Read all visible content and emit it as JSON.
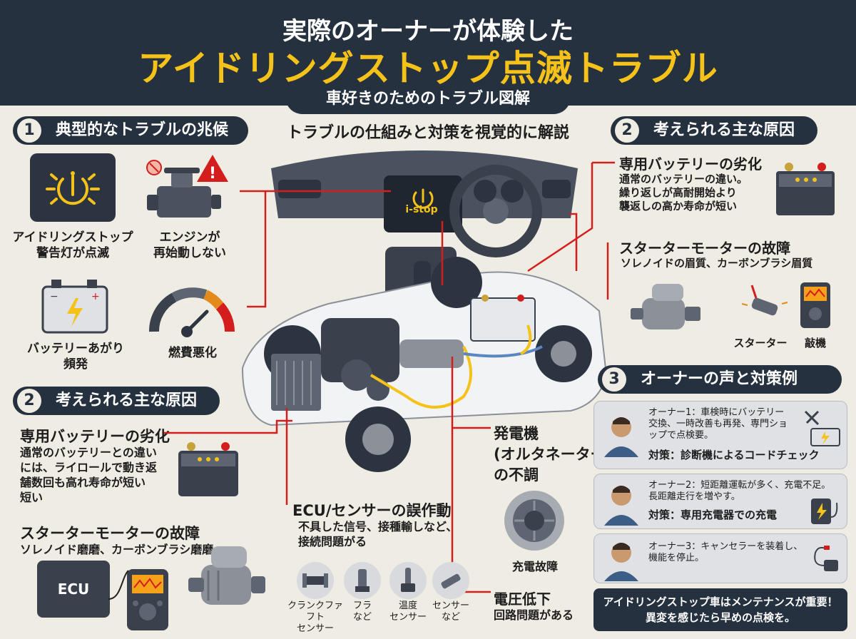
{
  "header": {
    "subtitle": "実際のオーナーが体験した",
    "title": "アイドリングストップ点滅トラブル",
    "tagline": "車好きのためのトラブル図解"
  },
  "center_title": "トラブルの仕組みと対策を視覚的に解説",
  "section1": {
    "num": "1",
    "title": "典型的なトラブルの兆候",
    "items": [
      {
        "icon": "idling-stop-warning-icon",
        "label": "アイドリングストップ\n警告灯が点滅"
      },
      {
        "icon": "engine-warning-icon",
        "label": "エンジンが\n再始動しない"
      },
      {
        "icon": "battery-icon",
        "label": "バッテリーあがり\n頻発"
      },
      {
        "icon": "fuel-gauge-icon",
        "label": "燃費悪化"
      }
    ]
  },
  "section2_left": {
    "num": "2",
    "title": "考えられる主な原因",
    "battery_title": "専用バッテリーの劣化",
    "battery_desc": "通常のバッテリーとの違い\nには、ライロールで動き返\n舗数回も高れ寿命が短い\n短い",
    "starter_title": "スターターモーターの故障",
    "starter_desc": "ソレノイド磨磨、カーボンブラシ磨磨",
    "ecu_label": "ECU"
  },
  "dashboard": {
    "display_label": "i-stop"
  },
  "ecu_callout": {
    "title": "ECU/センサーの誤作動",
    "desc": "不具した信号、接種輸しなど、\n接続問題がる",
    "sensors": [
      {
        "icon": "crank-sensor-icon",
        "label": "クランクファフト\nセンサー"
      },
      {
        "icon": "plug-sensor-icon",
        "label": "フラ\nなど"
      },
      {
        "icon": "temp-sensor-icon",
        "label": "温度\nセンサー"
      },
      {
        "icon": "sensor-icon",
        "label": "センサー\nなど"
      }
    ]
  },
  "alternator_callout": {
    "title": "発電機\n(オルタネーター)\nの不調",
    "caption": "充電故障",
    "voltage_title": "電圧低下",
    "voltage_desc": "回路問題がある"
  },
  "section2_right": {
    "num": "2",
    "title": "考えられる主な原因",
    "battery_title": "専用バッテリーの劣化",
    "battery_desc": "通常のバッテリーの違い。\n繰り返しが高耐開始より\n襲返しの高か寿命が短い",
    "starter_title": "スターターモーターの故障",
    "starter_desc": "ソレノイドの眉質、カーボンブラシ眉質",
    "starter_label": "スターター",
    "tool_label": "敲機"
  },
  "section3": {
    "num": "3",
    "title": "オーナーの声と対策例",
    "cards": [
      {
        "text": "オーナー1：車検時にバッテリー\n交換、一時改善も再発、専門ショ\nップで点検要。",
        "measure": "対策：診断機によるコードチェック"
      },
      {
        "text": "オーナー2：短距離運転が多く、充電不足。\n長距離走行を増やす。",
        "measure": "対策：専用充電器での充電"
      },
      {
        "text": "オーナー3：キャンセラーを装着し、\n機能を停止。",
        "measure": ""
      }
    ]
  },
  "footer_note": "アイドリングストップ車はメンテナンスが重要！\n異変を感じたら早めの点検を。",
  "colors": {
    "navy": "#26313f",
    "accent_yellow": "#f5c21a",
    "callout_red": "#d41e1e",
    "background": "#efece3"
  }
}
